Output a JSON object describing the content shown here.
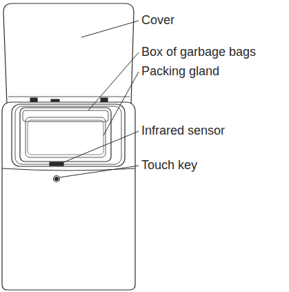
{
  "diagram": {
    "labels": [
      "Cover",
      "Box of garbage bags",
      "Packing gland",
      "Infrared sensor",
      "Touch key"
    ]
  }
}
